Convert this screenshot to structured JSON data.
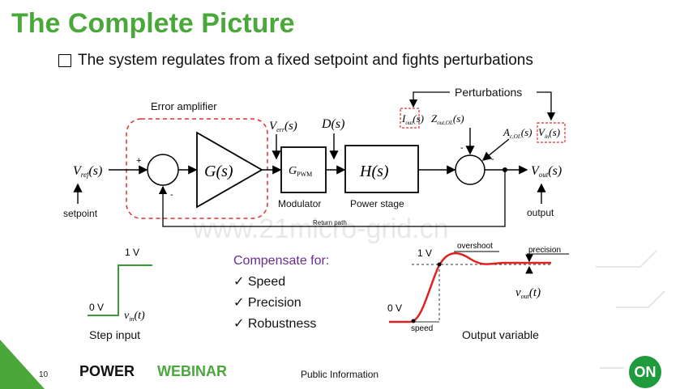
{
  "slide": {
    "title": "The Complete Picture",
    "bullet": "The system regulates from a fixed setpoint and fights perturbations",
    "page_number": "10",
    "footer_power": "POWER",
    "footer_webinar": "WEBINAR",
    "footer_info": "Public Information",
    "logo_text": "ON",
    "watermark": "www.21micro-grid.cn"
  },
  "diagram": {
    "error_amplifier_label": "Error amplifier",
    "perturbations_label": "Perturbations",
    "vref": "V",
    "vref_sub": "ref",
    "vref_s": "(s)",
    "setpoint_label": "setpoint",
    "plus_sign": "+",
    "minus_sign": "-",
    "g_block": "G(s)",
    "verr": "V",
    "verr_sub": "err",
    "verr_s": "(s)",
    "d_signal": "D(s)",
    "gpwm": "G",
    "gpwm_sub": "PWM",
    "modulator_label": "Modulator",
    "h_block": "H(s)",
    "power_stage_label": "Power stage",
    "iout_z": "I",
    "iout_sub": "out",
    "iout_s": "(s)",
    "z_label": "Z",
    "z_sub": "out,OL",
    "z_s": "(s)",
    "aol": "A",
    "aol_sub": "c,OL",
    "aol_s": "(s)",
    "vin": "V",
    "vin_sub": "in",
    "vin_s": "(s)",
    "vout": "V",
    "vout_sub": "out",
    "vout_s": "(s)",
    "output_label": "output",
    "return_path_label": "Return path"
  },
  "step_input": {
    "one_v": "1 V",
    "zero_v": "0 V",
    "vin_label": "v",
    "vin_sub": "in",
    "vin_t": "(t)",
    "caption": "Step input"
  },
  "compensate": {
    "title": "Compensate for:",
    "items": [
      "Speed",
      "Precision",
      "Robustness"
    ]
  },
  "output_variable": {
    "one_v": "1 V",
    "zero_v": "0 V",
    "overshoot": "overshoot",
    "precision": "precision",
    "speed": "speed",
    "vout_label": "v",
    "vout_sub": "out",
    "vout_t": "(t)",
    "caption": "Output variable"
  }
}
